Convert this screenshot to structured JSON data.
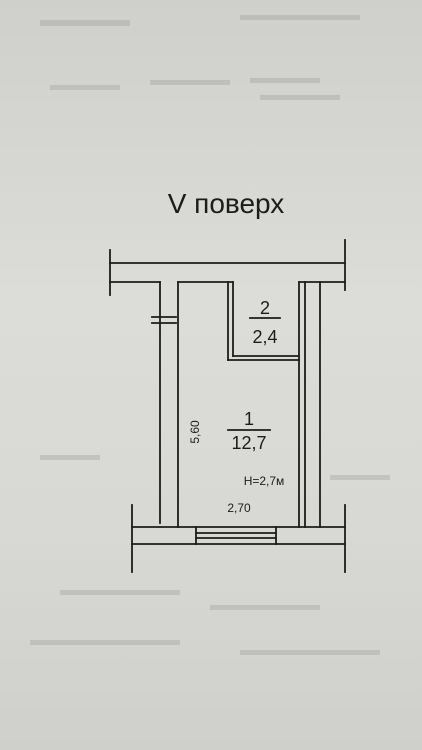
{
  "floor_title": "V поверх",
  "rooms": [
    {
      "number": "1",
      "area": "12,7"
    },
    {
      "number": "2",
      "area": "2,4"
    }
  ],
  "dimensions": {
    "length": "5,60",
    "width": "2,70"
  },
  "ceiling_height": "H=2,7м",
  "colors": {
    "ink": "#1c1c1c",
    "paper": "#d8d8d4"
  }
}
